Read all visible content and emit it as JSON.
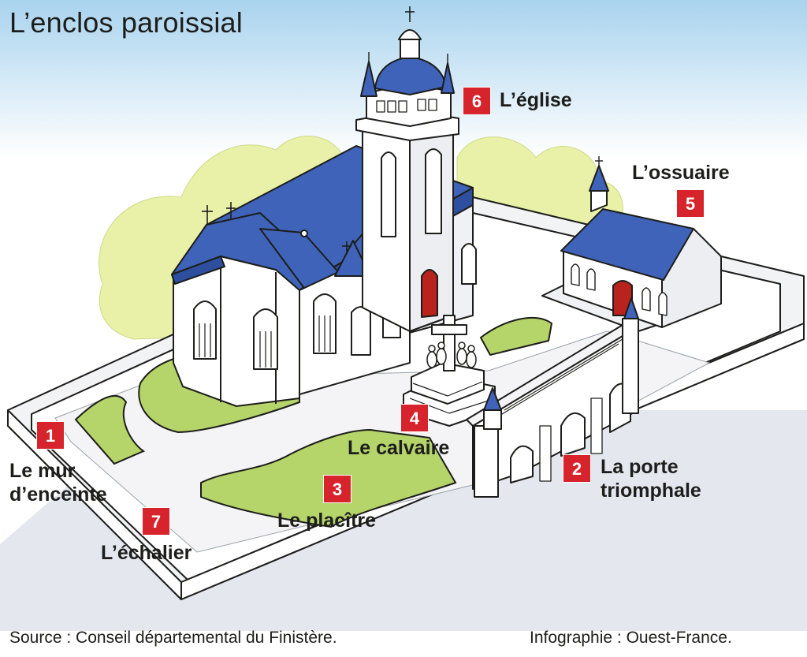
{
  "title": "L’enclos paroissial",
  "labels": [
    {
      "number": "1",
      "lines": [
        "Le mur",
        "d’enceinte"
      ]
    },
    {
      "number": "2",
      "lines": [
        "La porte",
        "triomphale"
      ]
    },
    {
      "number": "3",
      "lines": [
        "Le placître"
      ]
    },
    {
      "number": "4",
      "lines": [
        "Le calvaire"
      ]
    },
    {
      "number": "5",
      "lines": [
        "L’ossuaire"
      ]
    },
    {
      "number": "6",
      "lines": [
        "L’église"
      ]
    },
    {
      "number": "7",
      "lines": [
        "L’échalier"
      ]
    }
  ],
  "footer": {
    "source": "Source : Conseil départemental du Finistère.",
    "credit": "Infographie : Ouest-France."
  },
  "colors": {
    "roof": "#3f63b8",
    "lawn": "#b5d46a",
    "badge": "#d7232b",
    "door": "#b8241d",
    "sky": "#c9e3f3",
    "trees": "#e9f1a8"
  }
}
